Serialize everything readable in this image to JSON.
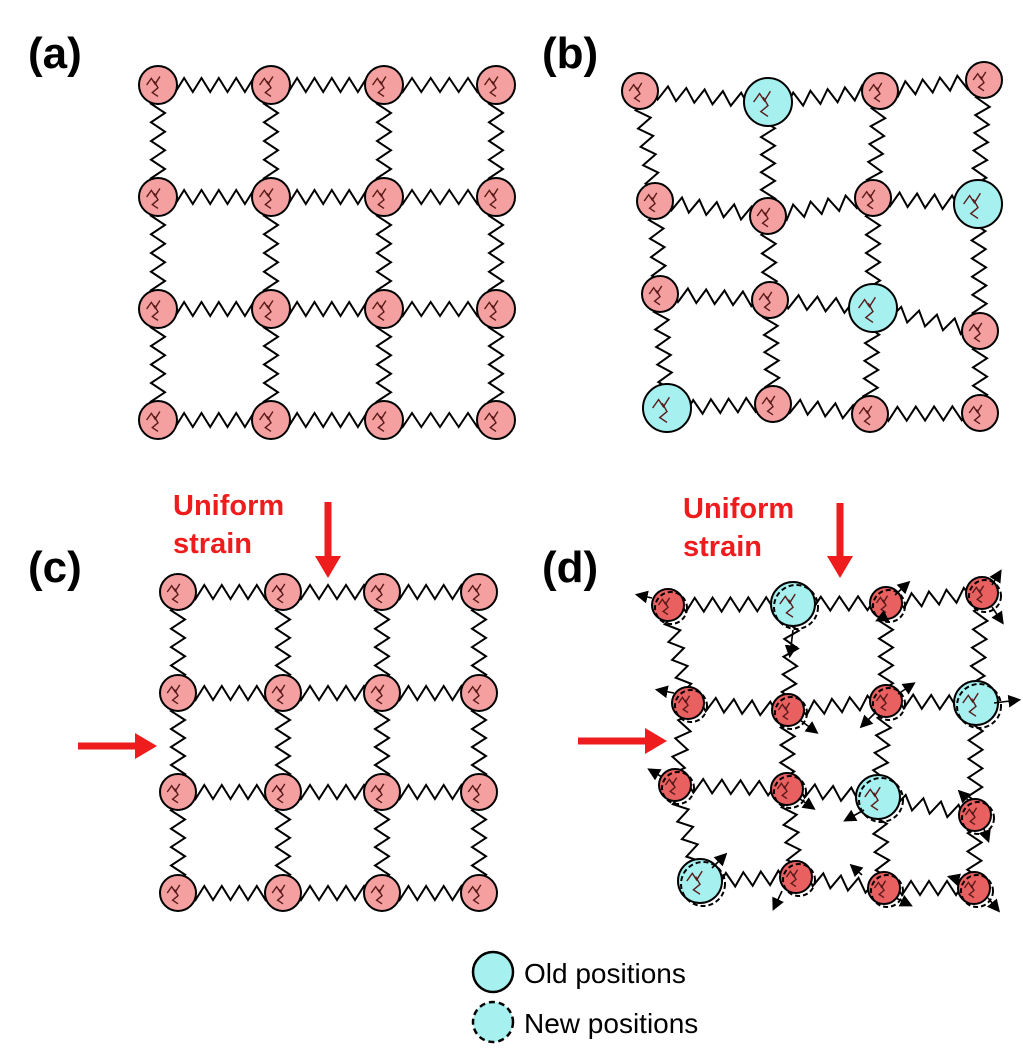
{
  "colors": {
    "spring": "#000000",
    "atom_fill_a": "#f4a0a0",
    "atom_fill_d": "#e86060",
    "atom_fill_cyan": "#a6f0f0",
    "atom_stroke": "#333333",
    "strain_red": "#ee1c1c"
  },
  "panels": [
    {
      "label": "(a)"
    },
    {
      "label": "(b)"
    },
    {
      "label": "(c)",
      "strain_line1": "Uniform",
      "strain_line2": "strain"
    },
    {
      "label": "(d)",
      "strain_line1": "Uniform",
      "strain_line2": "strain"
    }
  ],
  "legend": {
    "old": "Old positions",
    "new": "New positions"
  },
  "icons": [
    "spring-icon",
    "atom-icon",
    "strain-arrow-icon",
    "displacement-arrow-icon"
  ]
}
